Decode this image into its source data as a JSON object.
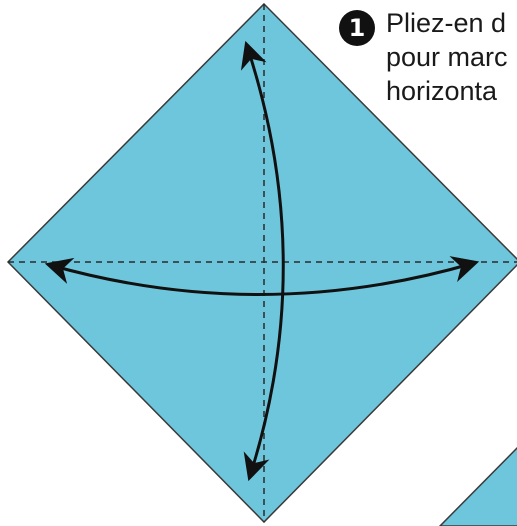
{
  "colors": {
    "paper": "#6ec6dc",
    "paper_edge": "#3a3a3a",
    "crease": "#2a2a2a",
    "arrow": "#111111",
    "badge": "#111111"
  },
  "step": {
    "number": "1",
    "lines": [
      "Pliez-en d",
      "pour marc",
      "horizonta"
    ]
  },
  "icons": {
    "badge": "step-number-badge",
    "arrows": "fold-arrow-icon"
  }
}
